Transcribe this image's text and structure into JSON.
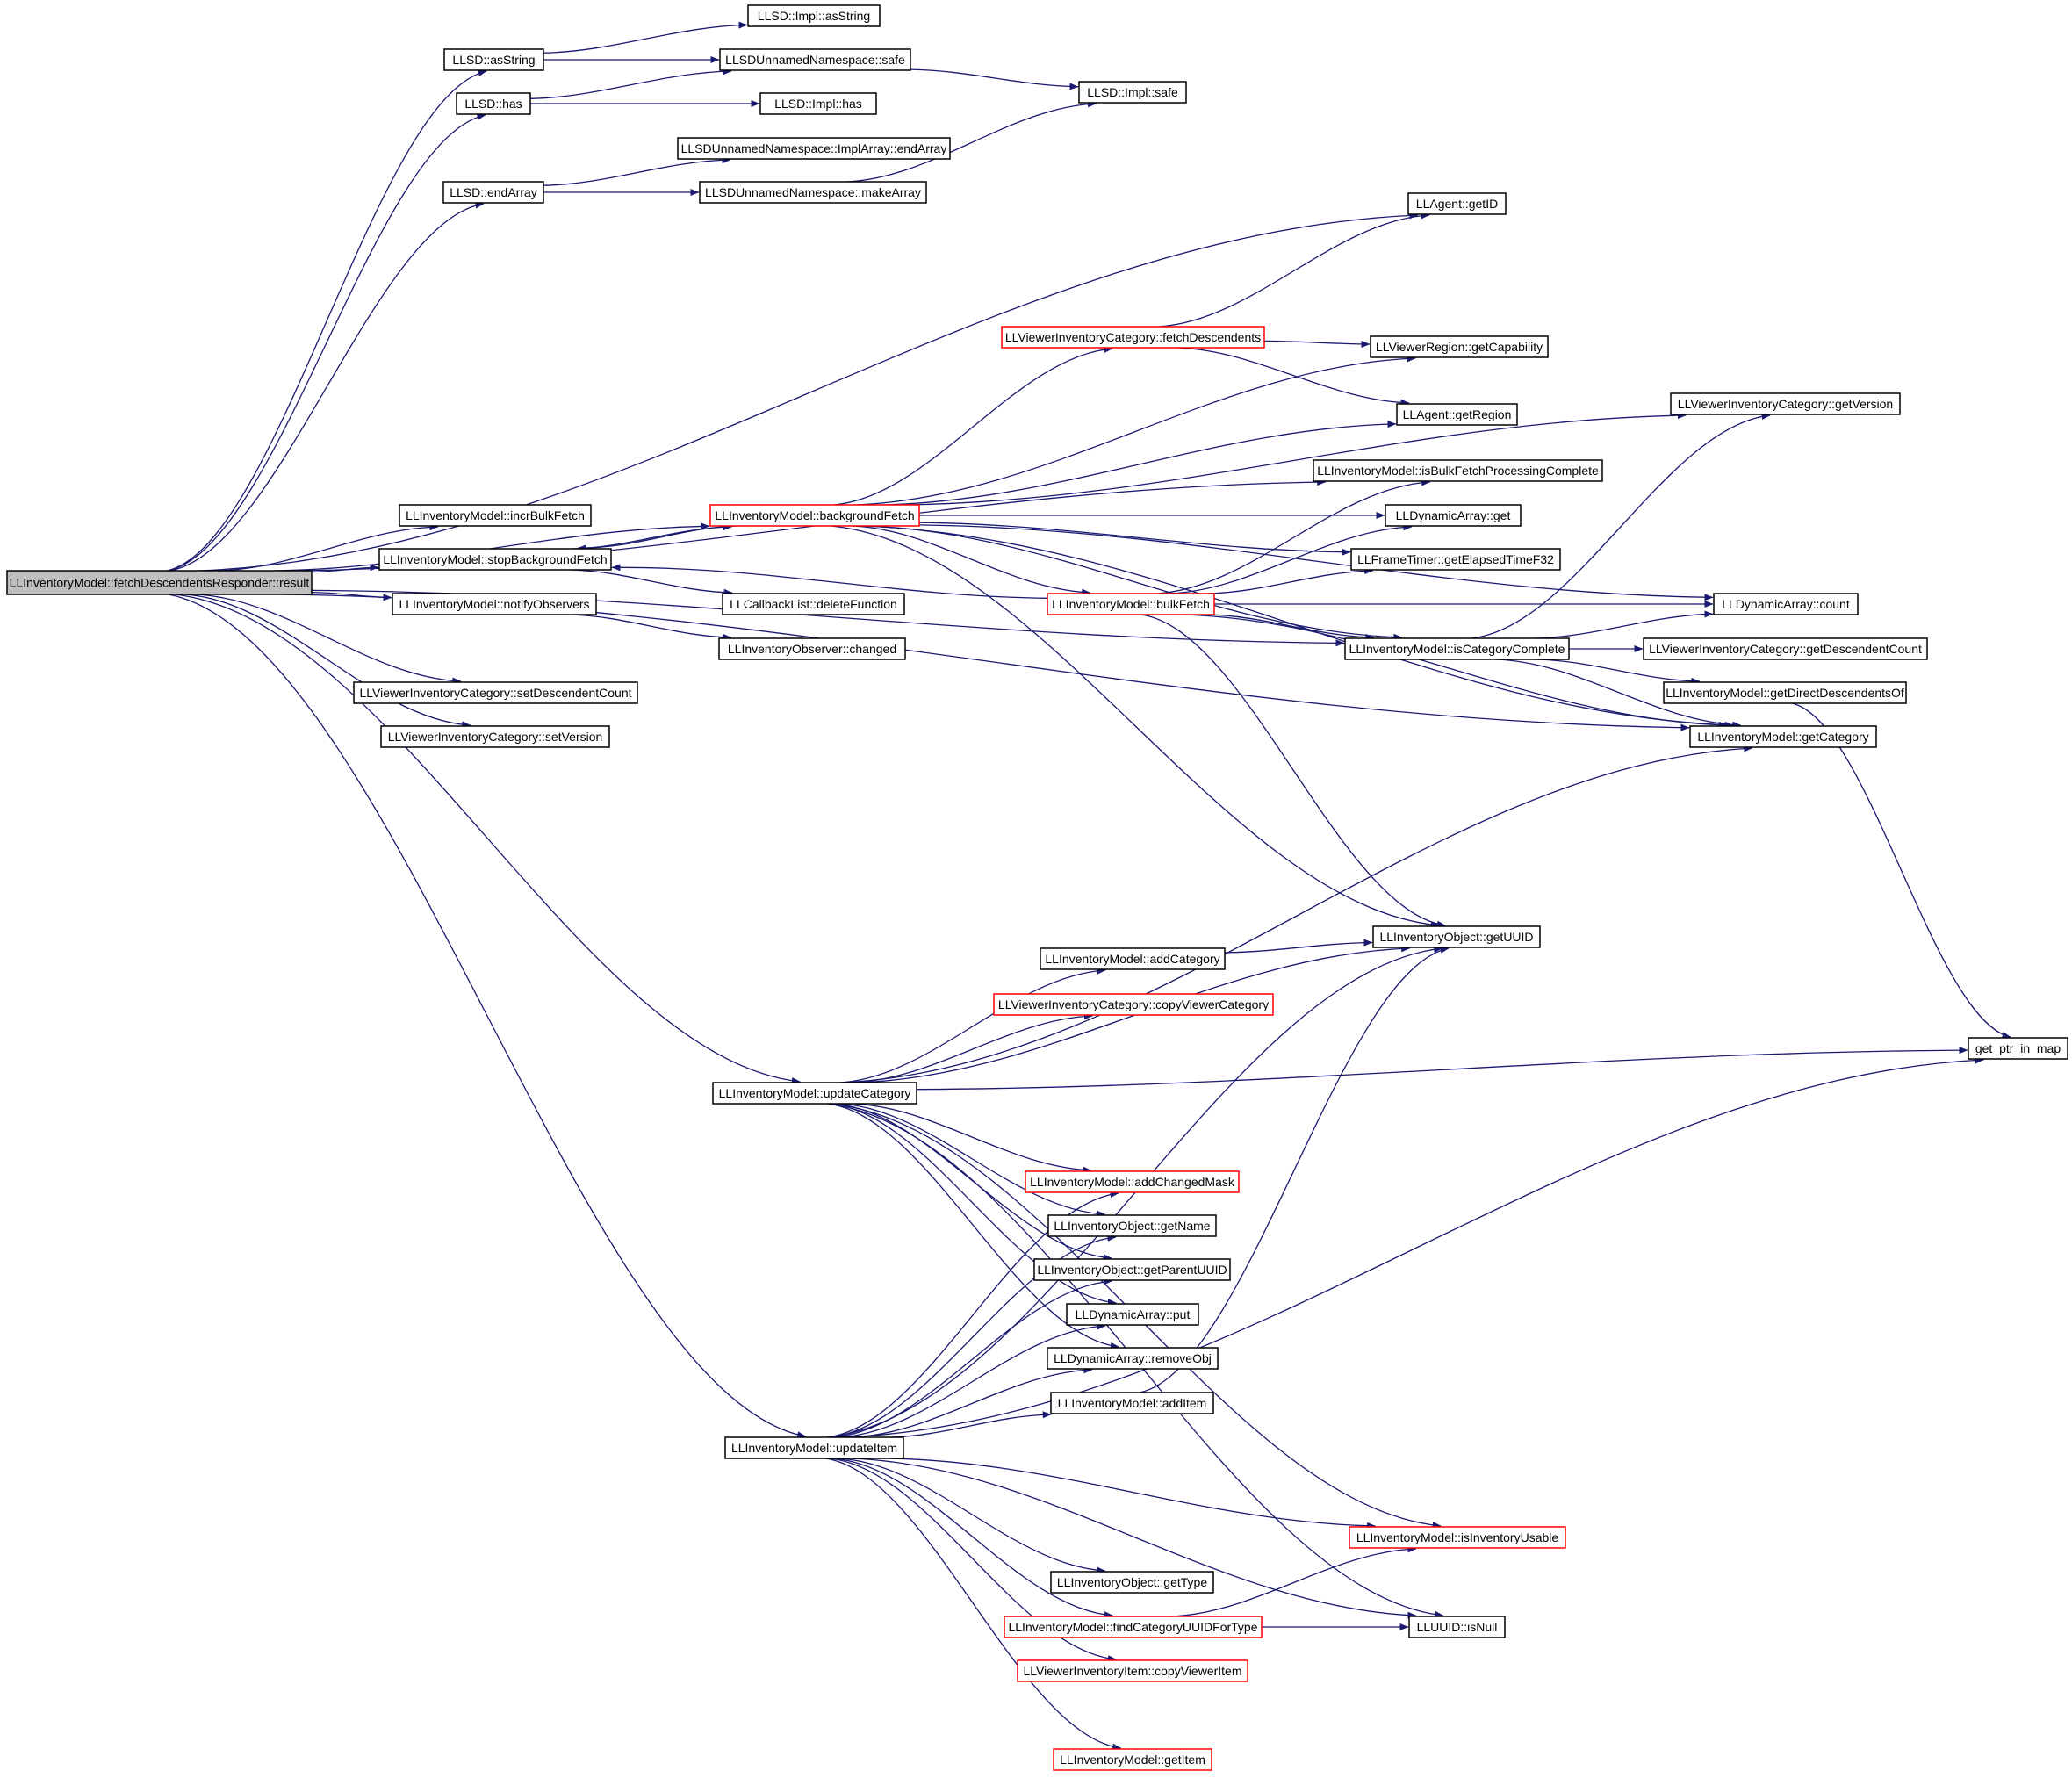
{
  "graph": {
    "title": "",
    "colors": {
      "edge": "#191970",
      "node_border": "#000000",
      "truncated_border": "#ff0000",
      "root_fill": "#bfbfbf"
    },
    "nodes": [
      {
        "id": "root",
        "label": "LLInventoryModel::fetchDescendentsResponder::result",
        "kind": "root"
      },
      {
        "id": "asString",
        "label": "LLSD::asString",
        "kind": "normal"
      },
      {
        "id": "has",
        "label": "LLSD::has",
        "kind": "normal"
      },
      {
        "id": "endArray",
        "label": "LLSD::endArray",
        "kind": "normal"
      },
      {
        "id": "implAsString",
        "label": "LLSD::Impl::asString",
        "kind": "normal"
      },
      {
        "id": "nsSafe",
        "label": "LLSDUnnamedNamespace::safe",
        "kind": "normal"
      },
      {
        "id": "implHas",
        "label": "LLSD::Impl::has",
        "kind": "normal"
      },
      {
        "id": "implArrayEnd",
        "label": "LLSDUnnamedNamespace::ImplArray::endArray",
        "kind": "normal"
      },
      {
        "id": "makeArray",
        "label": "LLSDUnnamedNamespace::makeArray",
        "kind": "normal"
      },
      {
        "id": "implSafe",
        "label": "LLSD::Impl::safe",
        "kind": "normal"
      },
      {
        "id": "getID",
        "label": "LLAgent::getID",
        "kind": "normal"
      },
      {
        "id": "fetchDesc",
        "label": "LLViewerInventoryCategory::fetchDescendents",
        "kind": "truncated"
      },
      {
        "id": "getCapability",
        "label": "LLViewerRegion::getCapability",
        "kind": "normal"
      },
      {
        "id": "getVersion",
        "label": "LLViewerInventoryCategory::getVersion",
        "kind": "normal"
      },
      {
        "id": "getRegion",
        "label": "LLAgent::getRegion",
        "kind": "normal"
      },
      {
        "id": "isBulkFetchDone",
        "label": "LLInventoryModel::isBulkFetchProcessingComplete",
        "kind": "normal"
      },
      {
        "id": "incrBulkFetch",
        "label": "LLInventoryModel::incrBulkFetch",
        "kind": "normal"
      },
      {
        "id": "backgroundFetch",
        "label": "LLInventoryModel::backgroundFetch",
        "kind": "truncated"
      },
      {
        "id": "daGet",
        "label": "LLDynamicArray::get",
        "kind": "normal"
      },
      {
        "id": "stopBgFetch",
        "label": "LLInventoryModel::stopBackgroundFetch",
        "kind": "normal"
      },
      {
        "id": "elapsed",
        "label": "LLFrameTimer::getElapsedTimeF32",
        "kind": "normal"
      },
      {
        "id": "notifyObservers",
        "label": "LLInventoryModel::notifyObservers",
        "kind": "normal"
      },
      {
        "id": "deleteFunction",
        "label": "LLCallbackList::deleteFunction",
        "kind": "normal"
      },
      {
        "id": "bulkFetch",
        "label": "LLInventoryModel::bulkFetch",
        "kind": "truncated"
      },
      {
        "id": "daCount",
        "label": "LLDynamicArray::count",
        "kind": "normal"
      },
      {
        "id": "changed",
        "label": "LLInventoryObserver::changed",
        "kind": "normal"
      },
      {
        "id": "isCatComplete",
        "label": "LLInventoryModel::isCategoryComplete",
        "kind": "normal"
      },
      {
        "id": "getDescCount",
        "label": "LLViewerInventoryCategory::getDescendentCount",
        "kind": "normal"
      },
      {
        "id": "setDescCount",
        "label": "LLViewerInventoryCategory::setDescendentCount",
        "kind": "normal"
      },
      {
        "id": "getDirectDesc",
        "label": "LLInventoryModel::getDirectDescendentsOf",
        "kind": "normal"
      },
      {
        "id": "setVersion",
        "label": "LLViewerInventoryCategory::setVersion",
        "kind": "normal"
      },
      {
        "id": "getCategory",
        "label": "LLInventoryModel::getCategory",
        "kind": "normal"
      },
      {
        "id": "getUUID",
        "label": "LLInventoryObject::getUUID",
        "kind": "normal"
      },
      {
        "id": "addCategory",
        "label": "LLInventoryModel::addCategory",
        "kind": "normal"
      },
      {
        "id": "copyViewerCat",
        "label": "LLViewerInventoryCategory::copyViewerCategory",
        "kind": "truncated"
      },
      {
        "id": "getPtrInMap",
        "label": "get_ptr_in_map",
        "kind": "normal"
      },
      {
        "id": "updateCategory",
        "label": "LLInventoryModel::updateCategory",
        "kind": "normal"
      },
      {
        "id": "addChangedMask",
        "label": "LLInventoryModel::addChangedMask",
        "kind": "truncated"
      },
      {
        "id": "getName",
        "label": "LLInventoryObject::getName",
        "kind": "normal"
      },
      {
        "id": "getParentUUID",
        "label": "LLInventoryObject::getParentUUID",
        "kind": "normal"
      },
      {
        "id": "daPut",
        "label": "LLDynamicArray::put",
        "kind": "normal"
      },
      {
        "id": "removeObj",
        "label": "LLDynamicArray::removeObj",
        "kind": "normal"
      },
      {
        "id": "addItem",
        "label": "LLInventoryModel::addItem",
        "kind": "normal"
      },
      {
        "id": "updateItem",
        "label": "LLInventoryModel::updateItem",
        "kind": "normal"
      },
      {
        "id": "isInvUsable",
        "label": "LLInventoryModel::isInventoryUsable",
        "kind": "truncated"
      },
      {
        "id": "getType",
        "label": "LLInventoryObject::getType",
        "kind": "normal"
      },
      {
        "id": "findCatUUID",
        "label": "LLInventoryModel::findCategoryUUIDForType",
        "kind": "truncated"
      },
      {
        "id": "isNull",
        "label": "LLUUID::isNull",
        "kind": "normal"
      },
      {
        "id": "copyViewerItem",
        "label": "LLViewerInventoryItem::copyViewerItem",
        "kind": "truncated"
      },
      {
        "id": "getItem",
        "label": "LLInventoryModel::getItem",
        "kind": "truncated"
      }
    ],
    "edges": [
      [
        "root",
        "asString"
      ],
      [
        "root",
        "has"
      ],
      [
        "root",
        "endArray"
      ],
      [
        "root",
        "getID"
      ],
      [
        "root",
        "isBulkFetchDone"
      ],
      [
        "root",
        "incrBulkFetch"
      ],
      [
        "root",
        "backgroundFetch"
      ],
      [
        "root",
        "stopBgFetch"
      ],
      [
        "root",
        "notifyObservers"
      ],
      [
        "root",
        "isCatComplete"
      ],
      [
        "root",
        "setDescCount"
      ],
      [
        "root",
        "setVersion"
      ],
      [
        "root",
        "getCategory"
      ],
      [
        "root",
        "updateCategory"
      ],
      [
        "root",
        "updateItem"
      ],
      [
        "asString",
        "implAsString"
      ],
      [
        "asString",
        "nsSafe"
      ],
      [
        "has",
        "nsSafe"
      ],
      [
        "has",
        "implHas"
      ],
      [
        "endArray",
        "implArrayEnd"
      ],
      [
        "endArray",
        "makeArray"
      ],
      [
        "nsSafe",
        "implSafe"
      ],
      [
        "makeArray",
        "implSafe"
      ],
      [
        "backgroundFetch",
        "fetchDesc"
      ],
      [
        "backgroundFetch",
        "getCapability"
      ],
      [
        "backgroundFetch",
        "getRegion"
      ],
      [
        "backgroundFetch",
        "daGet"
      ],
      [
        "backgroundFetch",
        "elapsed"
      ],
      [
        "backgroundFetch",
        "stopBgFetch"
      ],
      [
        "backgroundFetch",
        "bulkFetch"
      ],
      [
        "backgroundFetch",
        "isCatComplete"
      ],
      [
        "backgroundFetch",
        "getCategory"
      ],
      [
        "backgroundFetch",
        "getUUID"
      ],
      [
        "backgroundFetch",
        "getVersion"
      ],
      [
        "backgroundFetch",
        "daCount"
      ],
      [
        "stopBgFetch",
        "backgroundFetch"
      ],
      [
        "stopBgFetch",
        "deleteFunction"
      ],
      [
        "fetchDesc",
        "getID"
      ],
      [
        "fetchDesc",
        "getCapability"
      ],
      [
        "fetchDesc",
        "getRegion"
      ],
      [
        "bulkFetch",
        "isBulkFetchDone"
      ],
      [
        "bulkFetch",
        "daGet"
      ],
      [
        "bulkFetch",
        "elapsed"
      ],
      [
        "bulkFetch",
        "stopBgFetch"
      ],
      [
        "bulkFetch",
        "daCount"
      ],
      [
        "bulkFetch",
        "isCatComplete"
      ],
      [
        "bulkFetch",
        "getCategory"
      ],
      [
        "bulkFetch",
        "getUUID"
      ],
      [
        "notifyObservers",
        "changed"
      ],
      [
        "isCatComplete",
        "getVersion"
      ],
      [
        "isCatComplete",
        "daCount"
      ],
      [
        "isCatComplete",
        "getDescCount"
      ],
      [
        "isCatComplete",
        "getDirectDesc"
      ],
      [
        "isCatComplete",
        "getCategory"
      ],
      [
        "getDirectDesc",
        "getPtrInMap"
      ],
      [
        "updateCategory",
        "getCategory"
      ],
      [
        "updateCategory",
        "getUUID"
      ],
      [
        "updateCategory",
        "addCategory"
      ],
      [
        "updateCategory",
        "copyViewerCat"
      ],
      [
        "updateCategory",
        "getPtrInMap"
      ],
      [
        "updateCategory",
        "addChangedMask"
      ],
      [
        "updateCategory",
        "getName"
      ],
      [
        "updateCategory",
        "getParentUUID"
      ],
      [
        "updateCategory",
        "daPut"
      ],
      [
        "updateCategory",
        "removeObj"
      ],
      [
        "updateCategory",
        "isInvUsable"
      ],
      [
        "updateCategory",
        "isNull"
      ],
      [
        "addCategory",
        "getUUID"
      ],
      [
        "addItem",
        "getUUID"
      ],
      [
        "updateItem",
        "addChangedMask"
      ],
      [
        "updateItem",
        "getName"
      ],
      [
        "updateItem",
        "getParentUUID"
      ],
      [
        "updateItem",
        "daPut"
      ],
      [
        "updateItem",
        "removeObj"
      ],
      [
        "updateItem",
        "addItem"
      ],
      [
        "updateItem",
        "getUUID"
      ],
      [
        "updateItem",
        "getPtrInMap"
      ],
      [
        "updateItem",
        "isInvUsable"
      ],
      [
        "updateItem",
        "getType"
      ],
      [
        "updateItem",
        "findCatUUID"
      ],
      [
        "updateItem",
        "copyViewerItem"
      ],
      [
        "updateItem",
        "isNull"
      ],
      [
        "updateItem",
        "getItem"
      ],
      [
        "findCatUUID",
        "isInvUsable"
      ],
      [
        "findCatUUID",
        "isNull"
      ]
    ]
  }
}
